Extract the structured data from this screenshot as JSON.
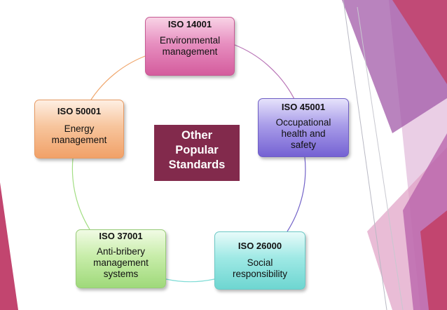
{
  "diagram": {
    "center_label": "Other\nPopular\nStandards",
    "nodes": [
      {
        "code": "ISO 14001",
        "description": "Environmental\nmanagement"
      },
      {
        "code": "ISO 45001",
        "description": "Occupational\nhealth and\nsafety"
      },
      {
        "code": "ISO 26000",
        "description": "Social\nresponsibility"
      },
      {
        "code": "ISO 37001",
        "description": "Anti-bribery\nmanagement\nsystems"
      },
      {
        "code": "ISO 50001",
        "description": "Energy\nmanagement"
      }
    ]
  },
  "colors": {
    "center": "#822a4c",
    "environmental": "#e78fc0",
    "occupational": "#a99de9",
    "social": "#9fe9e5",
    "anti_bribery": "#c8edaa",
    "energy": "#f7c59d",
    "decoration_magenta": "#c2456f",
    "decoration_purple": "#a25aa8"
  }
}
